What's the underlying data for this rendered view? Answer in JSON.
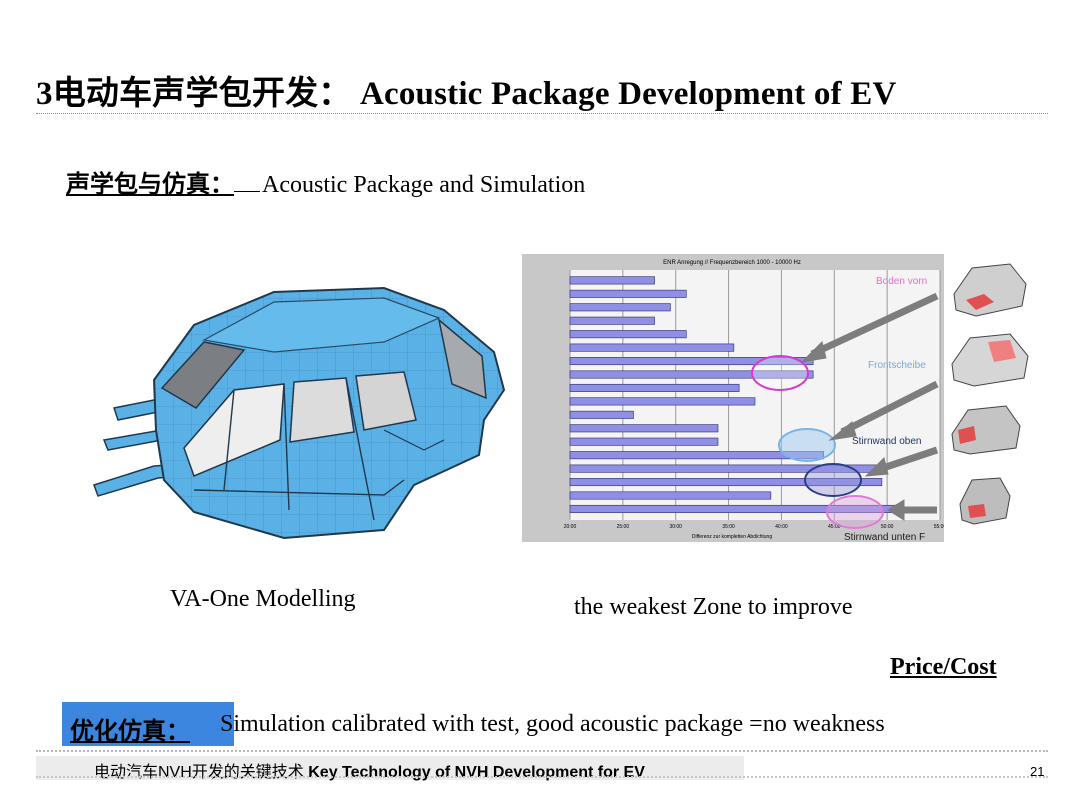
{
  "slide": {
    "title": "3电动车声学包开发： Acoustic Package Development of  EV",
    "subtitle_cn": "声学包与仿真：",
    "subtitle_en": "Acoustic Package and Simulation",
    "caption_left": "VA-One Modelling",
    "caption_right": "the weakest Zone to improve",
    "price_label": "Price/Cost",
    "opt_cn": "优化仿真：",
    "opt_en": "Simulation calibrated with test, good acoustic package =no weakness",
    "footer_cn": "电动汽车NVH开发的关键技术",
    "footer_en": "Key Technology of NVH Development for EV",
    "page_number": "21"
  },
  "colors": {
    "body": "#5ab1e6",
    "bar": "#8f8fe6",
    "badge": "#3d86e0",
    "highlight_magenta": "#d43ad0"
  },
  "chart_data": {
    "type": "bar",
    "orientation": "horizontal",
    "title": "ENR Anregung // Frequenzbereich 1000 - 10000 Hz",
    "xlabel": "Differenz zur kompletten Abdichtung",
    "xlim": [
      20,
      55
    ],
    "xticks": [
      "20:00",
      "25:00",
      "30:00",
      "35:00",
      "40:00",
      "45:00",
      "50:00",
      "55:00"
    ],
    "values": [
      28,
      31,
      29.5,
      28,
      31,
      35.5,
      43,
      43,
      36,
      37.5,
      26,
      34,
      34,
      44,
      50,
      49.5,
      39,
      51
    ],
    "annotations": [
      "Boden vorn",
      "Frontscheibe",
      "Stirnwand oben",
      "Stirnwand unten F"
    ]
  }
}
